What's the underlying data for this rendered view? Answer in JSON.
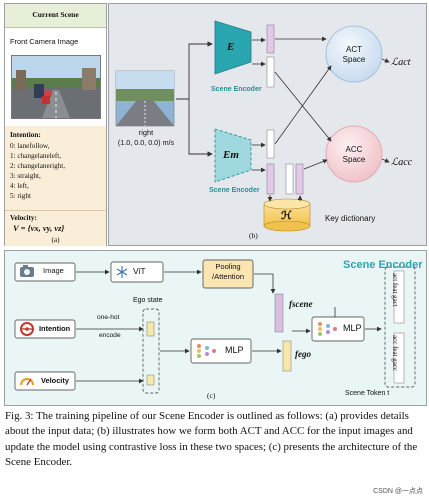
{
  "panel_a": {
    "header": "Current Scene",
    "camera_label": "Front Camera Image",
    "intention_title": "Intention:",
    "intentions": [
      "0: lanefollow,",
      "1: changelaneleft,",
      "2: changelaneright,",
      "3: straight,",
      "4: left,",
      "5: right"
    ],
    "velocity_title": "Velocity:",
    "velocity_formula": "V = {vx, vy, vz}",
    "tag": "(a)"
  },
  "panel_b": {
    "image_label_line1": "right",
    "image_label_line2": "(1.0, 0.0, 0.0) m/s",
    "encoder_top_label": "E",
    "encoder_bottom_label": "Em",
    "scene_encoder_label_1": "Scene Encoder",
    "scene_encoder_label_2": "Scene Encoder",
    "act_space_line1": "ACT",
    "act_space_line2": "Space",
    "acc_space_line1": "ACC",
    "acc_space_line2": "Space",
    "loss_act": "ℒact",
    "loss_acc": "ℒacc",
    "h_label": "ℋ",
    "key_dictionary": "Key dictionary",
    "tag": "(b)"
  },
  "panel_c": {
    "title": "Scene Encoder",
    "image_label": "Image",
    "vit_label": "ViT",
    "pooling_line1": "Pooling",
    "pooling_line2": "/Attention",
    "ego_state": "Ego state",
    "intention_label": "Intention",
    "one_hot_line1": "one-hot",
    "one_hot_line2": "encode",
    "velocity_label": "Velocity",
    "mlp_left": "MLP",
    "mlp_right": "MLP",
    "f_scene": "fscene",
    "f_ego": "fego",
    "act_feat": "act feat  gact",
    "acc_feat": "acc feat  gacc",
    "scene_token": "Scene Token  t",
    "tag": "(c)"
  },
  "caption": "Fig. 3: The training pipeline of our Scene Encoder is outlined as follows: (a) provides details about the input data; (b) illustrates how we form both ACT and ACC for the input images and update the model using contrastive loss in these two spaces; (c) presents the architecture of the Scene Encoder.",
  "watermark": "CSDN @一点点",
  "colors": {
    "encoder_teal": "#2aa6b0",
    "act_sphere": "#d6e6f4",
    "acc_sphere": "#f6d8dc",
    "key_dict": "#f6d06a",
    "feature_purple": "#d8bfe0",
    "feature_yellow": "#f7e9a8",
    "panel_c_bg": "#e9f6f5"
  }
}
